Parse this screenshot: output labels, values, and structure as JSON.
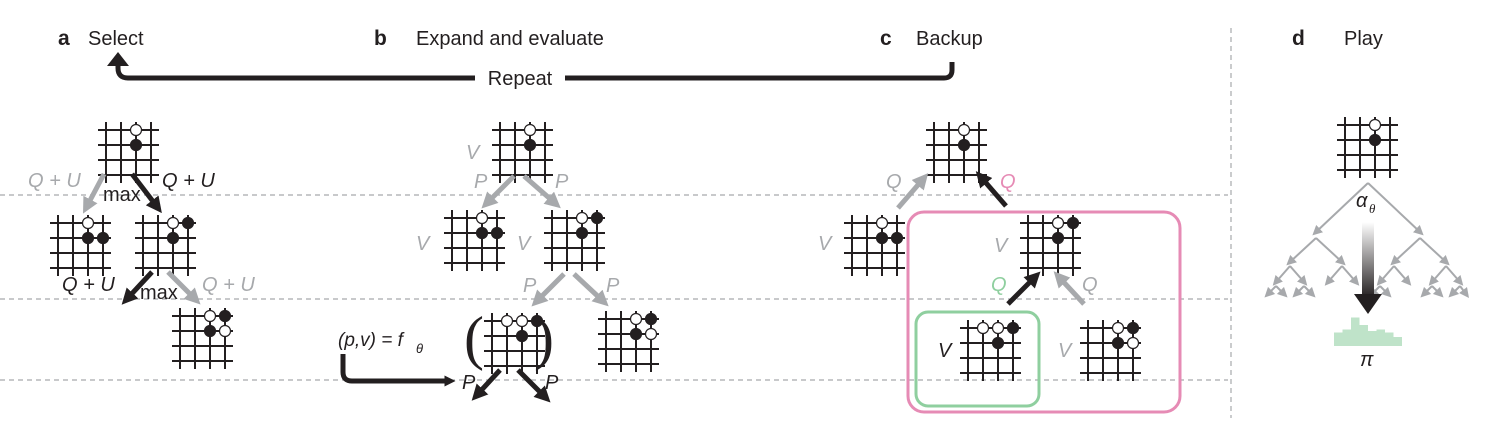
{
  "panels": {
    "a": {
      "letter": "a",
      "title": "Select"
    },
    "b": {
      "letter": "b",
      "title": "Expand and evaluate"
    },
    "c": {
      "letter": "c",
      "title": "Backup"
    },
    "d": {
      "letter": "d",
      "title": "Play"
    }
  },
  "repeat_label": "Repeat",
  "select_labels": {
    "top_left": "Q + U",
    "top_right": "Q + U",
    "top_max": "max",
    "bottom_left": "Q + U",
    "bottom_right": "Q + U",
    "bottom_max": "max"
  },
  "expand_labels": {
    "v": "V",
    "p": "P",
    "network_eq_lhs": "(p,v) = f",
    "network_eq_sub": "θ"
  },
  "backup_labels": {
    "v": "V",
    "q": "Q"
  },
  "play_labels": {
    "alpha": "α",
    "alpha_sub": "θ",
    "pi": "π"
  },
  "colors": {
    "ink": "#231f20",
    "gray": "#a7a9ac",
    "pink": "#e68bb5",
    "green": "#8fcf9f",
    "green_light": "#bfe3c9"
  },
  "play_histogram": [
    0.45,
    0.55,
    0.95,
    0.7,
    0.5,
    0.55,
    0.45,
    0.3
  ]
}
